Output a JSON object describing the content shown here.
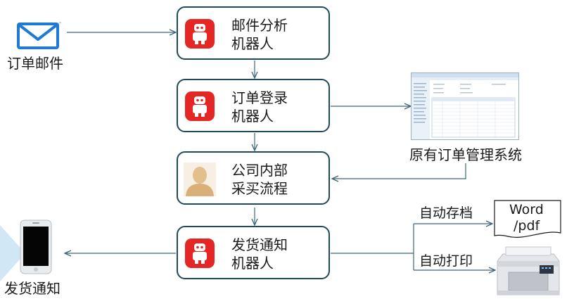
{
  "email_source": {
    "label": "订单邮件",
    "icon": "envelope-icon"
  },
  "steps": [
    {
      "line1": "邮件分析",
      "line2": "机器人",
      "icon": "robot-icon"
    },
    {
      "line1": "订单登录",
      "line2": "机器人",
      "icon": "robot-icon"
    },
    {
      "line1": "公司内部",
      "line2": "采买流程",
      "icon": "person-icon"
    },
    {
      "line1": "发货通知",
      "line2": "机器人",
      "icon": "robot-icon"
    }
  ],
  "order_system": {
    "label": "原有订单管理系统"
  },
  "archive": {
    "label": "自动存档",
    "document_line1": "Word",
    "document_line2": "/pdf"
  },
  "print": {
    "label": "自动打印",
    "icon": "printer-icon"
  },
  "notify": {
    "label": "发货通知",
    "icon": "phone-icon"
  },
  "colors": {
    "box_border": "#1f4a5e",
    "robot_badge": "#e42624",
    "arrow": "#3a6478"
  }
}
